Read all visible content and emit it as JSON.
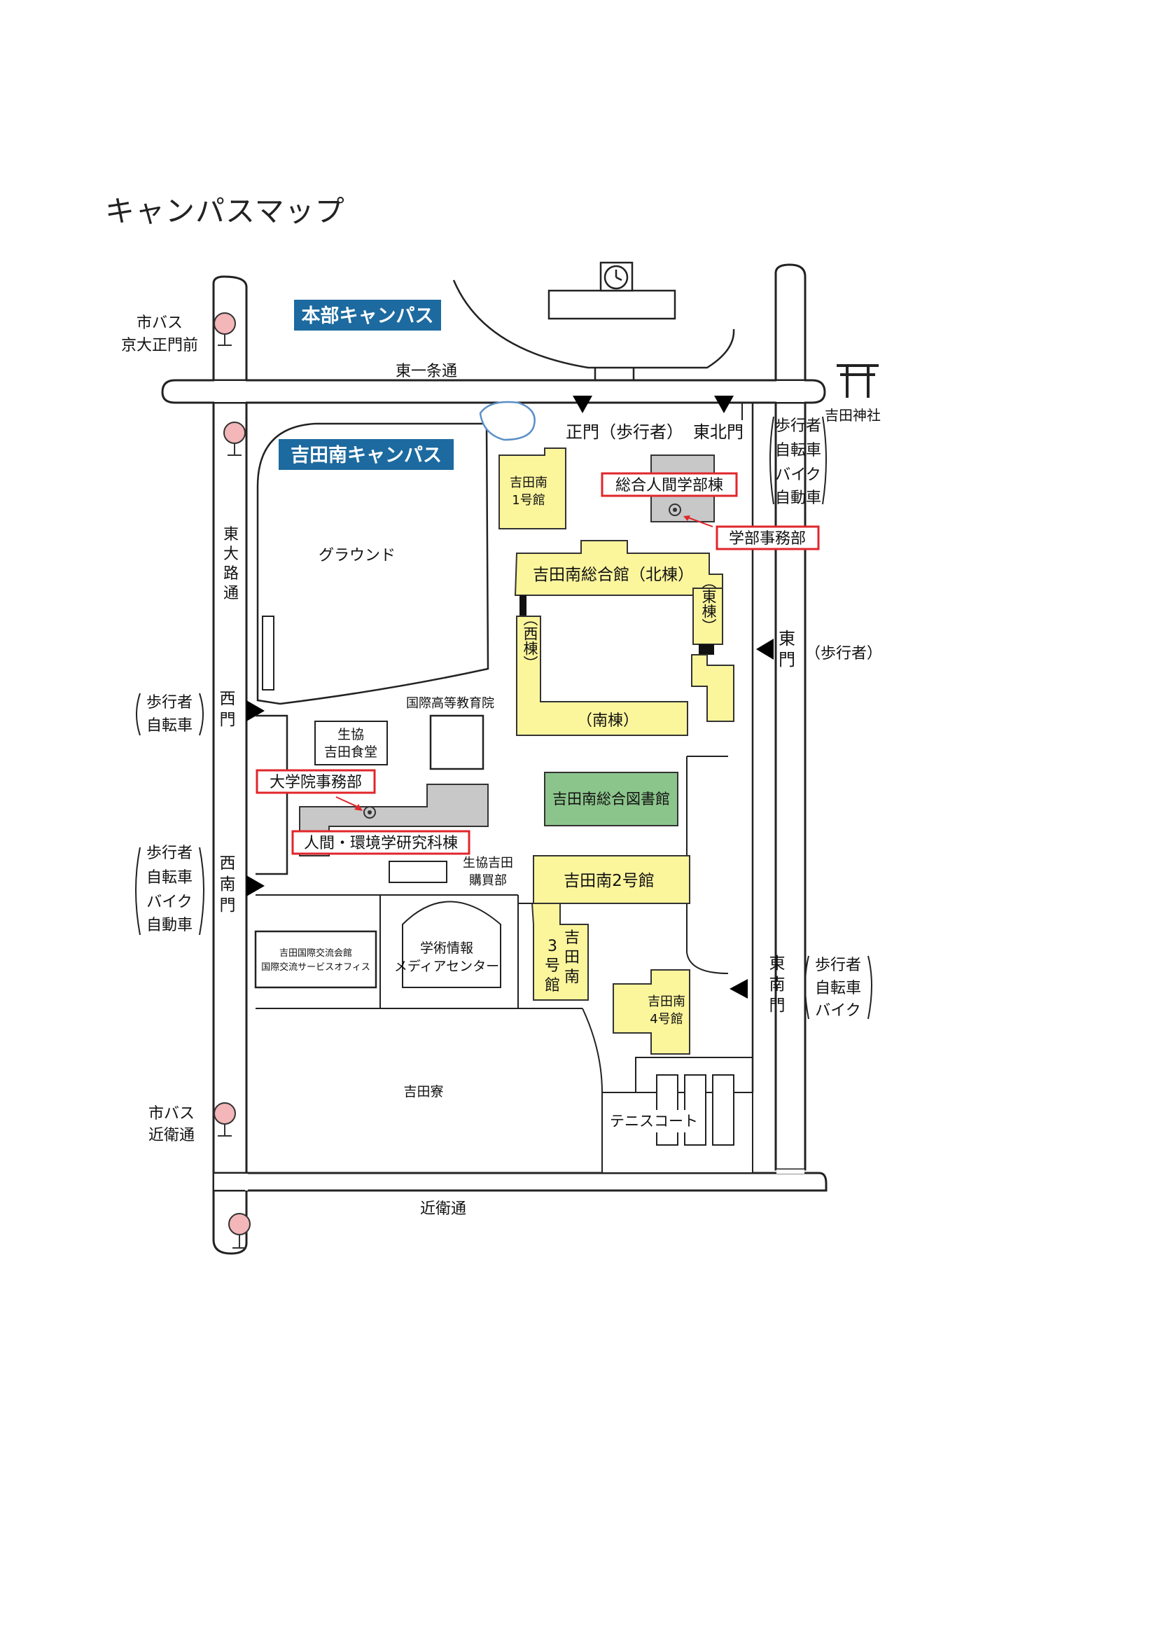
{
  "page_title": "キャンパスマップ",
  "campus_labels": {
    "honbu": "本部キャンパス",
    "yoshida_minami": "吉田南キャンパス"
  },
  "streets": {
    "higashi_ichijo": "東一条通",
    "higashi_oji": "東\n大\n路\n通",
    "konoe": "近衛通"
  },
  "bus_stops": {
    "kyodai_seimon_mae": [
      "市バス",
      "京大正門前"
    ],
    "konoe_dori": [
      "市バス",
      "近衛通"
    ]
  },
  "gates": {
    "seimon": "正門（歩行者）",
    "tohokumon": "東北門",
    "nishimon": "西\n門",
    "nishiminamimon": "西\n南\n門",
    "higashimon": "東\n門",
    "higashimon_note": "（歩行者）",
    "higashiminamimon": "東\n南\n門"
  },
  "access_notes": {
    "tohokumon": [
      "歩行者",
      "自転車",
      "バイク",
      "自動車"
    ],
    "nishimon": [
      "歩行者",
      "自転車"
    ],
    "nishiminamimon": [
      "歩行者",
      "自転車",
      "バイク",
      "自動車"
    ],
    "higashiminamimon": [
      "歩行者",
      "自転車",
      "バイク"
    ]
  },
  "landmarks": {
    "yoshida_jinja": "吉田神社",
    "ground": "グラウンド",
    "kokusai_koto": "国際高等教育院",
    "seikyo_shokudo": [
      "生協",
      "吉田食堂"
    ],
    "seikyo_kobai": [
      "生協吉田",
      "購買部"
    ],
    "kokusai_koryu": [
      "吉田国際交流会館",
      "国際交流サービスオフィス"
    ],
    "media_center": [
      "学術情報",
      "メディアセンター"
    ],
    "yoshida_ryo": "吉田寮",
    "tennis": "テニスコート"
  },
  "buildings": {
    "minami_1": [
      "吉田南",
      "1号館"
    ],
    "sogo_north": "吉田南総合館（北棟）",
    "sogo_east": "（東棟）",
    "sogo_west": "（西棟）",
    "sogo_south": "（南棟）",
    "library": "吉田南総合図書館",
    "minami_2": "吉田南2号館",
    "minami_3": "吉田南3号館",
    "minami_4": [
      "吉田南",
      "4号館"
    ]
  },
  "highlighted": {
    "sogo_ningen": "総合人間学部棟",
    "gakubu_jimu": "学部事務部",
    "daigakuin_jimu": "大学院事務部",
    "ningen_kankyo": "人間・環境学研究科棟"
  },
  "colors": {
    "campus_label_bg": "#1c6a9f",
    "building_yellow": "#fbf59c",
    "building_gray": "#c8c8c8",
    "library_green": "#8cc58c",
    "highlight_red": "#e0262b",
    "bus_stop_pink": "#f3b6b9"
  },
  "icons": [
    "torii-icon",
    "clock-icon",
    "bus-stop-icon",
    "gate-arrow-icon",
    "office-marker-icon"
  ]
}
